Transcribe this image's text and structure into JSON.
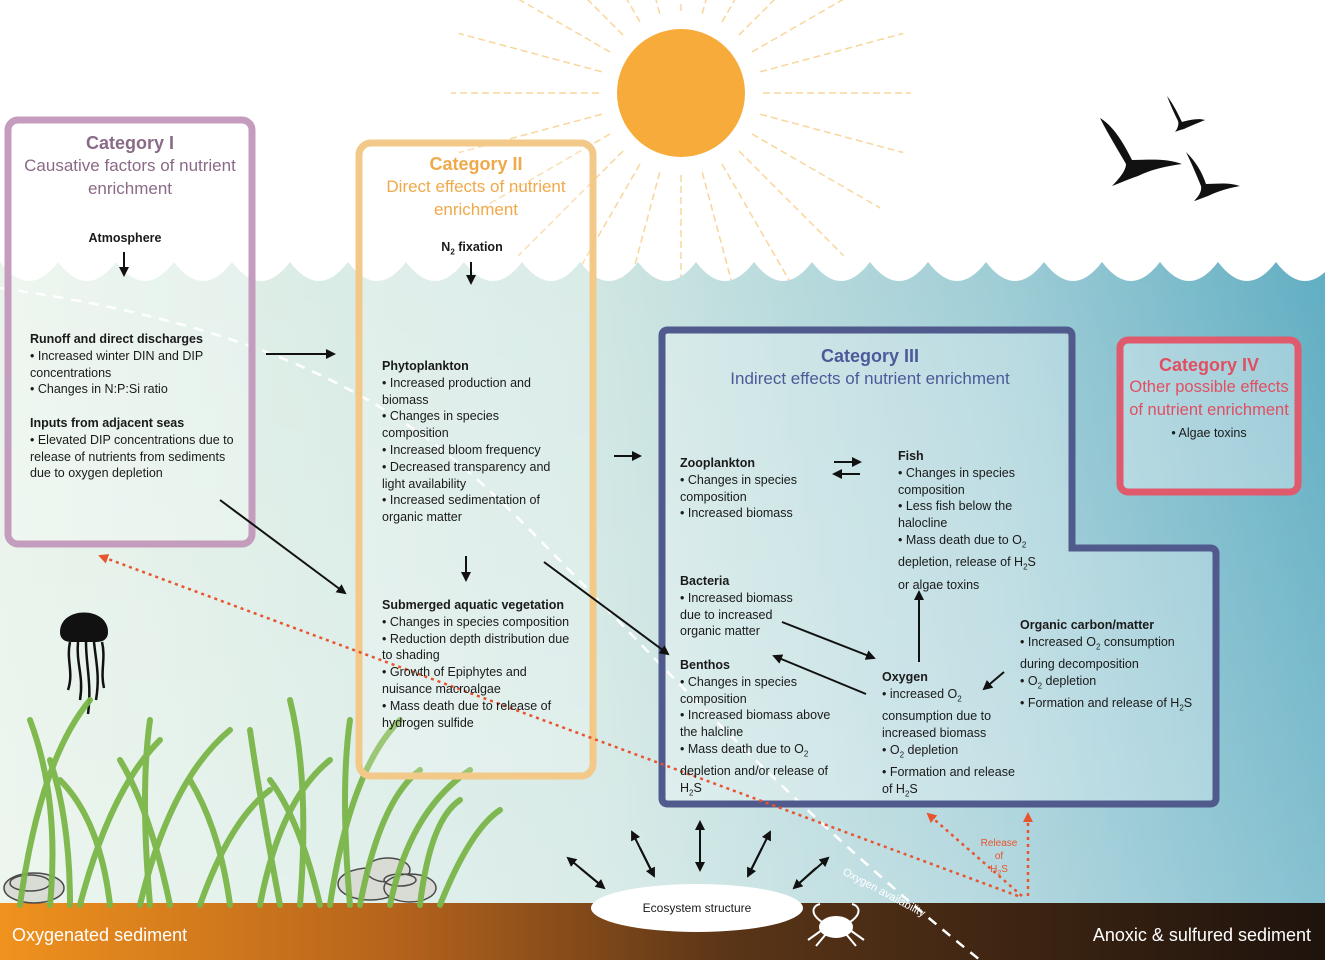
{
  "colors": {
    "cat1": "#c49cbd",
    "cat1_text": "#8a6a86",
    "cat2": "#f3c98a",
    "cat2_text": "#f0a94a",
    "cat3": "#515a8c",
    "cat3_text": "#4c5a9a",
    "cat4": "#e05a6e",
    "cat4_text": "#e04f62",
    "sun": "#f7ab3a",
    "seagrass": "#7ab648",
    "release_arrow": "#e8542f"
  },
  "cat1": {
    "number": "Category I",
    "subtitle": "Causative factors of nutrient enrichment"
  },
  "cat2": {
    "number": "Category II",
    "subtitle": "Direct effects of nutrient enrichment"
  },
  "cat3": {
    "number": "Category III",
    "subtitle": "Indirect effects of nutrient enrichment"
  },
  "cat4": {
    "number": "Category IV",
    "subtitle": "Other possible effects of nutrient enrichment",
    "item": "• Algae toxins"
  },
  "atmosphere": "Atmosphere",
  "n2": {
    "prefix": "N",
    "sub": "2",
    "suffix": " fixation"
  },
  "runoff": {
    "title": "Runoff and direct discharges",
    "items": [
      "• Increased winter DIN and DIP concentrations",
      "• Changes in N:P:Si ratio"
    ]
  },
  "adjacent": {
    "title": "Inputs from adjacent seas",
    "items": [
      "• Elevated DIP concentrations due to release of nutrients from sediments due to oxygen depletion"
    ]
  },
  "phyto": {
    "title": "Phytoplankton",
    "items": [
      "• Increased production and biomass",
      "• Changes in species composition",
      "• Increased bloom frequency",
      "• Decreased transparency and light availability",
      "• Increased sedimentation of organic matter"
    ]
  },
  "sav": {
    "title": "Submerged aquatic vegetation",
    "items": [
      "• Changes in species composition",
      "• Reduction depth distribution due to shading",
      "• Growth of Epiphytes and nuisance macroalgae",
      "• Mass death due to release of hydrogen sulfide"
    ]
  },
  "zoo": {
    "title": "Zooplankton",
    "items": [
      "• Changes in species composition",
      "• Increased biomass"
    ]
  },
  "fish": {
    "title": "Fish",
    "items": [
      "• Changes in species composition",
      "• Less fish below the halocline"
    ],
    "last_a": "• Mass death due to O",
    "last_sub1": "2",
    "last_b": " depletion, release of H",
    "last_sub2": "2",
    "last_c": "S or algae toxins"
  },
  "bacteria": {
    "title": "Bacteria",
    "items": [
      "• Increased biomass due to increased organic matter"
    ]
  },
  "benthos": {
    "title": "Benthos",
    "items": [
      "• Changes in species composition",
      "• Increased biomass above the halcline"
    ],
    "last_a": "• Mass death due to O",
    "last_sub1": "2",
    "last_b": " depletion and/or release of H",
    "last_sub2": "2",
    "last_c": "S"
  },
  "oxygen": {
    "title": "Oxygen",
    "i1a": "• increased O",
    "i1s": "2",
    "i1b": " consumption due to increased biomass",
    "i2a": "• O",
    "i2s": "2",
    "i2b": " depletion",
    "i3a": "• Formation and release of H",
    "i3s": "2",
    "i3b": "S"
  },
  "organic": {
    "title": "Organic carbon/matter",
    "i1a": "• Increased O",
    "i1s": "2",
    "i1b": " consumption during decomposition",
    "i2a": "• O",
    "i2s": "2",
    "i2b": " depletion",
    "i3a": "• Formation and release of H",
    "i3s": "2",
    "i3b": "S"
  },
  "ecosystem": "Ecosystem structure",
  "release": {
    "line1": "Release",
    "line2": "of",
    "line3a": "H",
    "line3s": "2",
    "line3b": "S"
  },
  "oxygen_availability": "Oxygen availability",
  "oxygenated": "Oxygenated sediment",
  "anoxic": "Anoxic & sulfured sediment"
}
